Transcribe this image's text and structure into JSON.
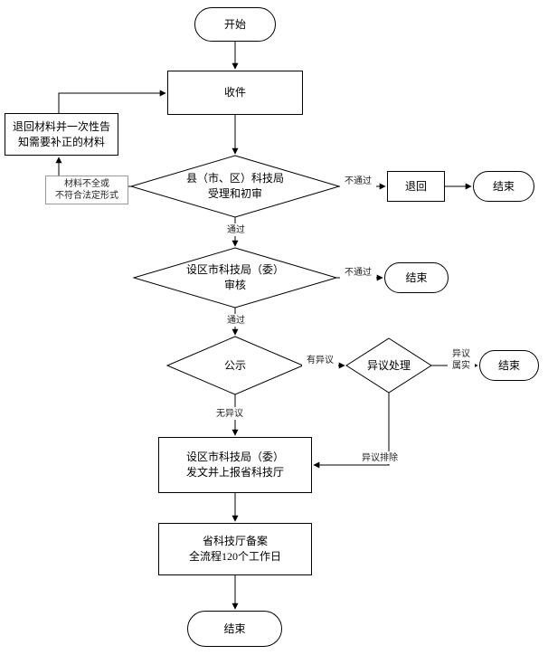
{
  "diagram": {
    "background": "#ffffff",
    "line_color": "#000000"
  },
  "nodes": {
    "start": "开始",
    "receive": "收件",
    "return_notice": "退回材料并一次性告\n知需要补正的材料",
    "county_review": "县（市、区）科技局\n受理和初审",
    "return_box": "退回",
    "end_after_return": "结束",
    "city_review": "设区市科技局（委）\n审核",
    "end_after_city_review": "结束",
    "publicity": "公示",
    "objection_handling": "异议处理",
    "end_after_objection": "结束",
    "issue_and_report": "设区市科技局（委）\n发文并上报省科技厅",
    "provincial_filing": "省科技厅备案\n全流程120个工作日",
    "end_final": "结束"
  },
  "edge_labels": {
    "materials_incomplete": "材料不全或\n不符合法定形式",
    "fail_county": "不通过",
    "pass_county": "通过",
    "fail_city": "不通过",
    "pass_city": "通过",
    "has_objection": "有异议",
    "objection_confirmed": "异议\n属实",
    "no_objection": "无异议",
    "objection_resolved": "异议排除"
  }
}
